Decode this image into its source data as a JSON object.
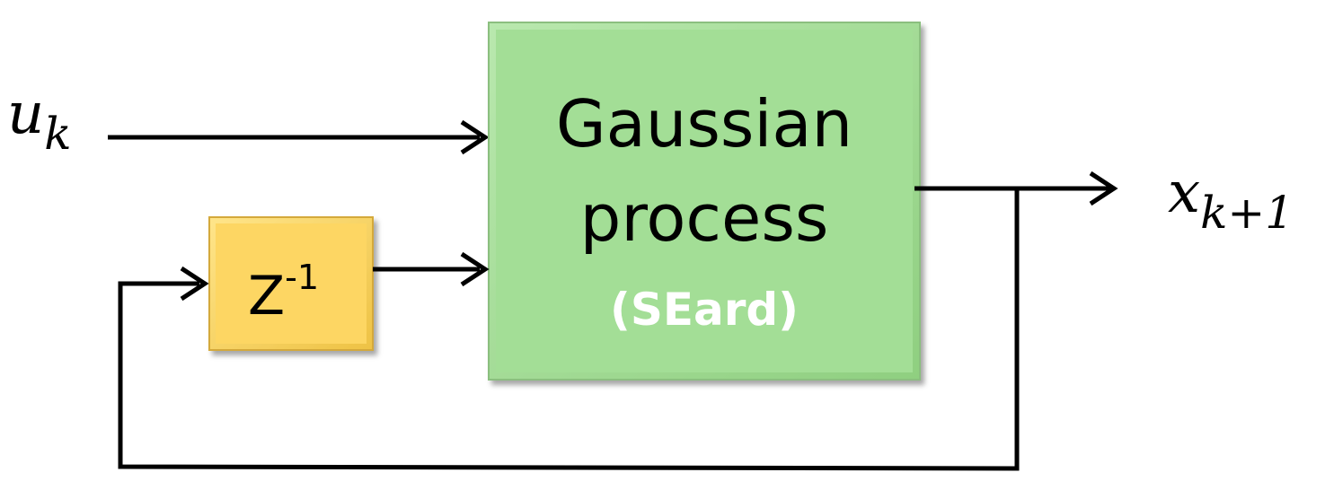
{
  "input": {
    "symbol": "u",
    "subscript": "k"
  },
  "output": {
    "symbol": "x",
    "subscript": "k+1"
  },
  "gp_block": {
    "line1": "Gaussian",
    "line2": "process",
    "kernel": "(SEard)",
    "fill_color": "#a3de96",
    "kernel_color": "#ffffff"
  },
  "delay_block": {
    "base": "Z",
    "exponent": "-1",
    "fill_color": "#fdd663"
  },
  "connections": [
    {
      "from": "input",
      "to": "gp_block"
    },
    {
      "from": "gp_block",
      "to": "output"
    },
    {
      "from": "gp_block",
      "to": "delay_block",
      "kind": "feedback"
    },
    {
      "from": "delay_block",
      "to": "gp_block"
    }
  ]
}
